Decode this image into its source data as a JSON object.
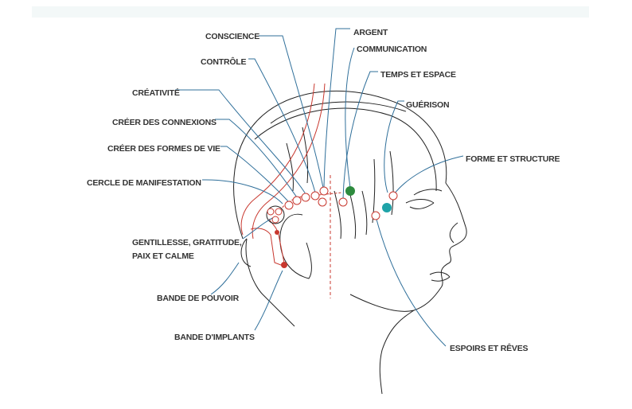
{
  "diagram": {
    "labels": {
      "conscience": "CONSCIENCE",
      "argent": "ARGENT",
      "communication": "COMMUNICATION",
      "controle": "CONTRÔLE",
      "temps_espace": "TEMPS ET ESPACE",
      "creativite": "CRÉATIVITÉ",
      "guerison": "GUÉRISON",
      "creer_connexions": "CRÉER DES CONNEXIONS",
      "creer_formes_vie": "CRÉER DES FORMES DE VIE",
      "forme_structure": "FORME ET STRUCTURE",
      "cercle_manifestation": "CERCLE DE MANIFESTATION",
      "gentillesse_1": "GENTILLESSE, GRATITUDE,",
      "gentillesse_2": "PAIX ET CALME",
      "bande_pouvoir": "BANDE DE POUVOIR",
      "bande_implants": "BANDE D'IMPLANTS",
      "espoirs_reves": "ESPOIRS ET RÊVES"
    },
    "colors": {
      "leader": "#2f6f9a",
      "points": "#c8382f",
      "communication_point": "#2e8b3e",
      "guerison_point": "#1fa3a8"
    }
  }
}
